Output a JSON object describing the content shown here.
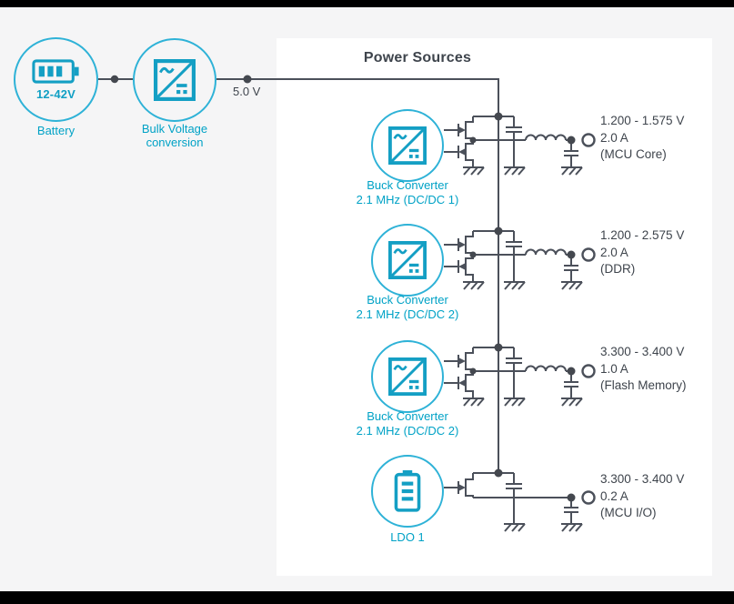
{
  "panel": {
    "title": "Power Sources"
  },
  "input_chain": {
    "battery": {
      "label": "Battery",
      "range": "12-42V",
      "icon": "battery-icon"
    },
    "bulk": {
      "label_line1": "Bulk Voltage",
      "label_line2": "conversion",
      "icon": "dcdc-converter-icon"
    },
    "bus_voltage": "5.0 V"
  },
  "rails": [
    {
      "name_line1": "Buck Converter",
      "name_line2": "2.1 MHz (DC/DC 1)",
      "icon": "dcdc-converter-icon",
      "voltage": "1.200 - 1.575 V",
      "current": "2.0 A",
      "load": "(MCU Core)"
    },
    {
      "name_line1": "Buck Converter",
      "name_line2": "2.1 MHz (DC/DC 2)",
      "icon": "dcdc-converter-icon",
      "voltage": "1.200 - 2.575 V",
      "current": "2.0 A",
      "load": "(DDR)"
    },
    {
      "name_line1": "Buck Converter",
      "name_line2": "2.1 MHz (DC/DC 2)",
      "icon": "dcdc-converter-icon",
      "voltage": "3.300 - 3.400 V",
      "current": "1.0 A",
      "load": "(Flash Memory)"
    },
    {
      "name_line1": "LDO 1",
      "name_line2": "",
      "icon": "battery-cell-icon",
      "voltage": "3.300 - 3.400 V",
      "current": "0.2 A",
      "load": "(MCU I/O)"
    }
  ],
  "colors": {
    "accent_teal": "#00a2c6",
    "icon_teal": "#149fc4",
    "circle_stroke": "#2eb2d7",
    "wire_dark": "#4b505a",
    "text_dark": "#3e444c",
    "panel_bg": "#ffffff",
    "page_bg": "#f5f5f6",
    "frame_bars": "#000000"
  }
}
